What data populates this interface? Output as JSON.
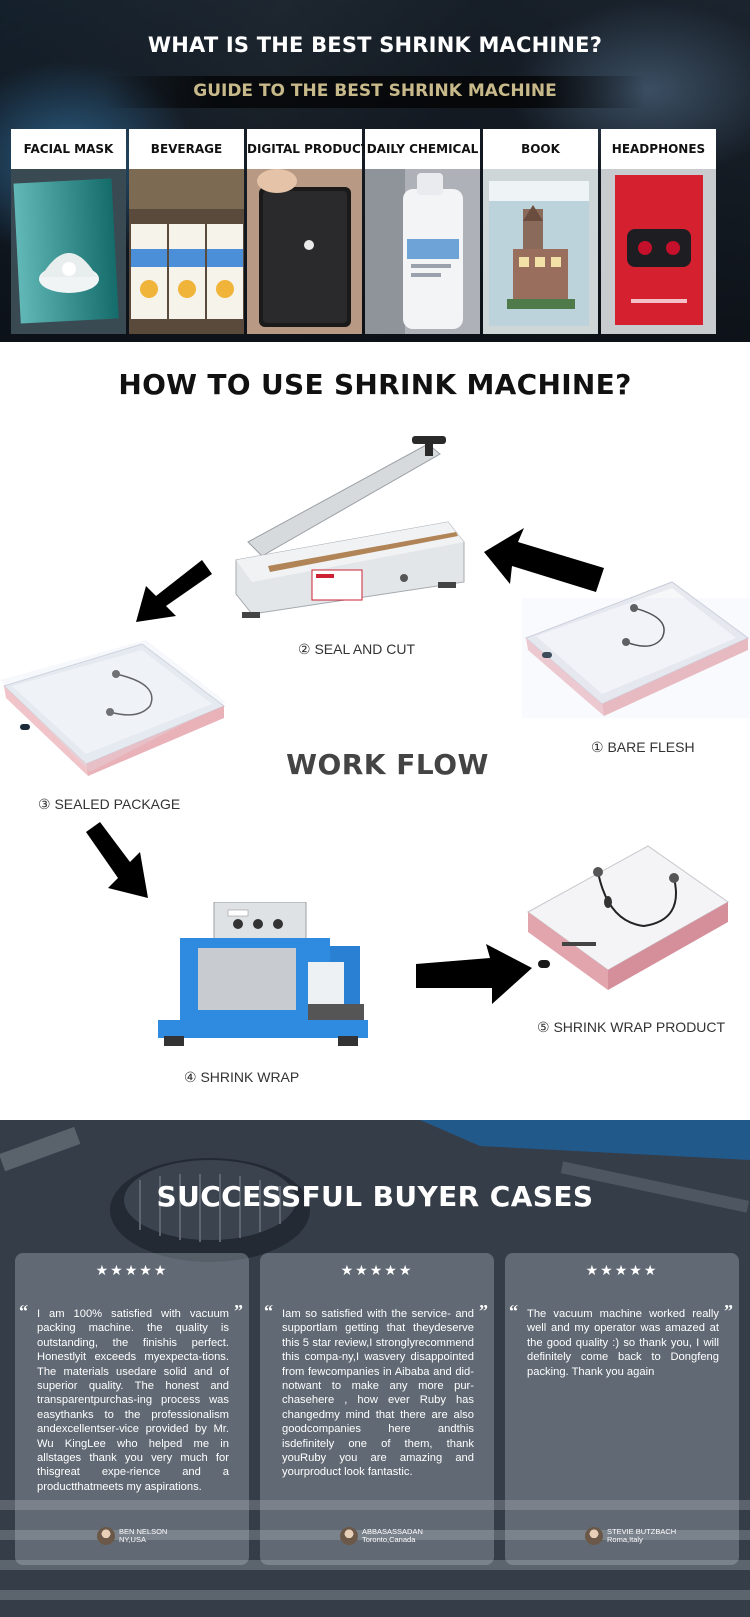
{
  "hero": {
    "title": "WHAT IS THE BEST SHRINK MACHINE?",
    "subtitle": "GUIDE TO THE BEST SHRINK MACHINE",
    "categories": [
      {
        "label": "FACIAL MASK"
      },
      {
        "label": "BEVERAGE"
      },
      {
        "label": "DIGITAL PRODUCT"
      },
      {
        "label": "DAILY CHEMICAL"
      },
      {
        "label": "BOOK"
      },
      {
        "label": "HEADPHONES"
      }
    ]
  },
  "workflow": {
    "title": "HOW TO USE SHRINK MACHINE?",
    "center": "WORK FLOW",
    "steps": [
      {
        "label": "① BARE FLESH"
      },
      {
        "label": "② SEAL AND CUT"
      },
      {
        "label": "③ SEALED PACKAGE"
      },
      {
        "label": "④ SHRINK WRAP"
      },
      {
        "label": "⑤ SHRINK WRAP PRODUCT"
      }
    ]
  },
  "cases": {
    "title": "SUCCESSFUL BUYER CASES",
    "stars": "★★★★★",
    "reviews": [
      {
        "text": "I am 100% satisfied with vacuum packing machine. the quality is outstanding, the finishis perfect. Honestlyit exceeds myexpecta-tions. The materials usedare solid and of superior quality. The honest and transparentpurchas-ing process was easythanks to the professionalism andexcellentser-vice provided by Mr. Wu KingLee who helped me in allstages thank you very much for thisgreat expe-rience and a productthatmeets my aspirations.",
        "name": "BEN NELSON",
        "location": "NY,USA"
      },
      {
        "text": "Iam so satisfied with the service- and supportlam getting that theydeserve this 5 star review,I stronglyrecommend this compa-ny,I wasvery disappointed from fewcompanies in Aibaba and did-notwant to make any more pur-chasehere , how ever Ruby has changedmy mind that there are also goodcompanies here andthis isdefinitely one of them, thank youRuby you are amazing and yourproduct look fantastic.",
        "name": "ABBASASSADAN",
        "location": "Toronto,Canada"
      },
      {
        "text": "The vacuum machine worked really well and my operator was amazed at the good quality :) so thank you, I will definitely come back to Dongfeng packing. Thank you again",
        "name": "STEVIE BUTZBACH",
        "location": "Roma,Italy"
      }
    ]
  }
}
